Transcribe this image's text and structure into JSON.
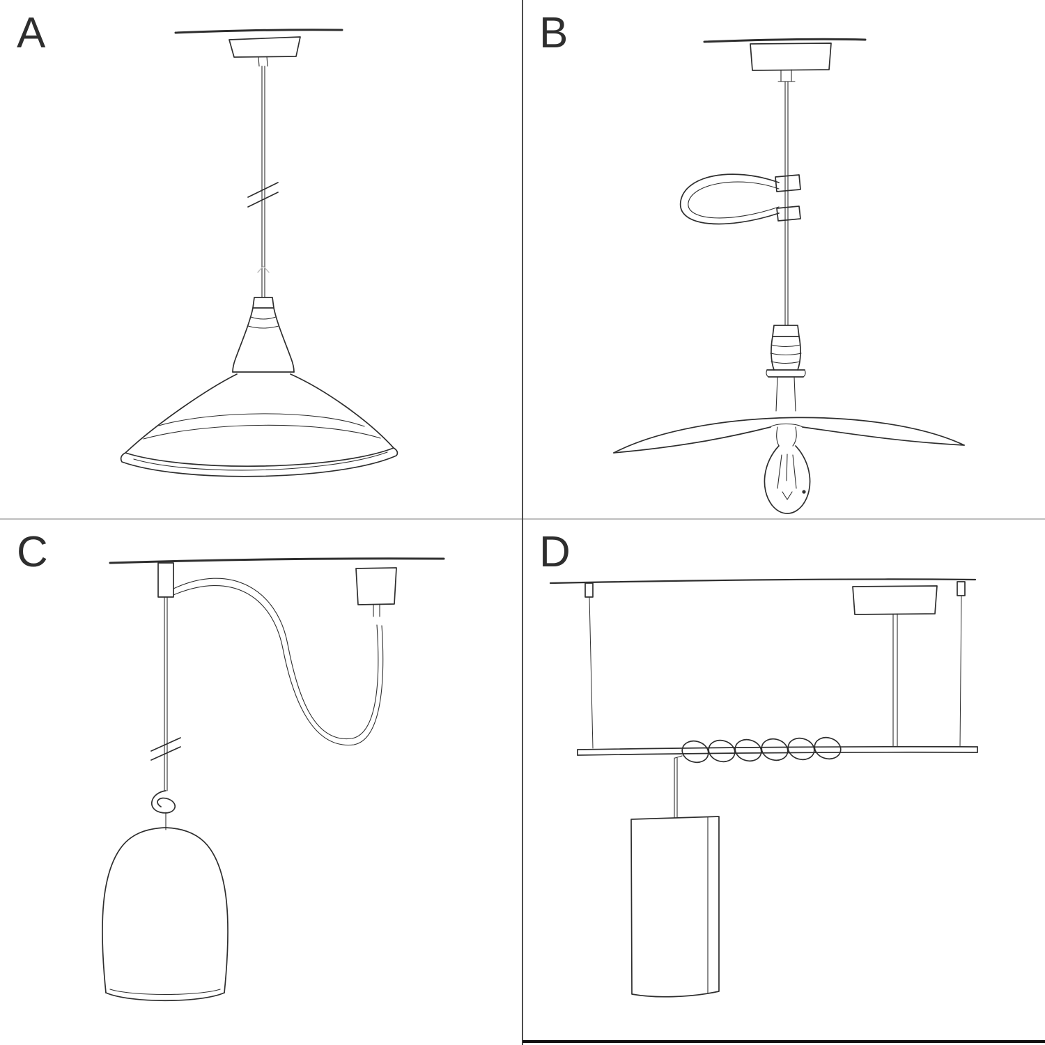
{
  "colors": {
    "background": "#ffffff",
    "ink": "#2e2e2e",
    "divider_vertical": "#4d4d4d",
    "divider_horizontal": "#bdbdbd",
    "bottom_bar": "#111111"
  },
  "panels": [
    {
      "label": "A",
      "name": "pendant-with-industrial-bowl-shade"
    },
    {
      "label": "B",
      "name": "pendant-with-flat-plate-shade-and-exposed-bulb"
    },
    {
      "label": "C",
      "name": "swag-pendant-with-bell-dome-shade"
    },
    {
      "label": "D",
      "name": "ceiling-bar-suspension-with-wrapped-cord-and-tube-shade"
    }
  ]
}
